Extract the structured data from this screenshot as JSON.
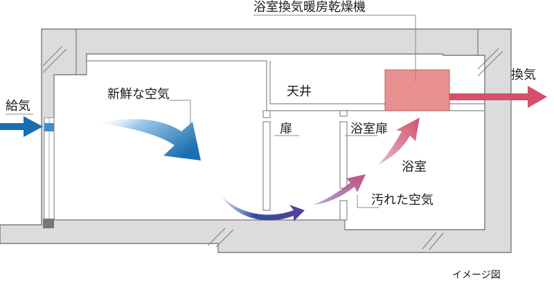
{
  "labels": {
    "unit": "浴室換気暖房乾燥機",
    "supply": "給気",
    "exhaust": "換気",
    "fresh_air": "新鮮な空気",
    "ceiling": "天井",
    "door": "扉",
    "bath_door": "浴室扉",
    "bathroom": "浴室",
    "dirty_air": "汚れた空気",
    "caption": "イメージ図"
  },
  "colors": {
    "wall": "#dcdcdc",
    "wall_line": "#666666",
    "unit_fill": "#e89090",
    "fresh_arrow": "#1c6fb0",
    "supply_arrow": "#1a6db0",
    "dirty_arrow": "#d6506a",
    "exhaust_arrow": "#d6506a",
    "vent": "#3a8fd6"
  }
}
